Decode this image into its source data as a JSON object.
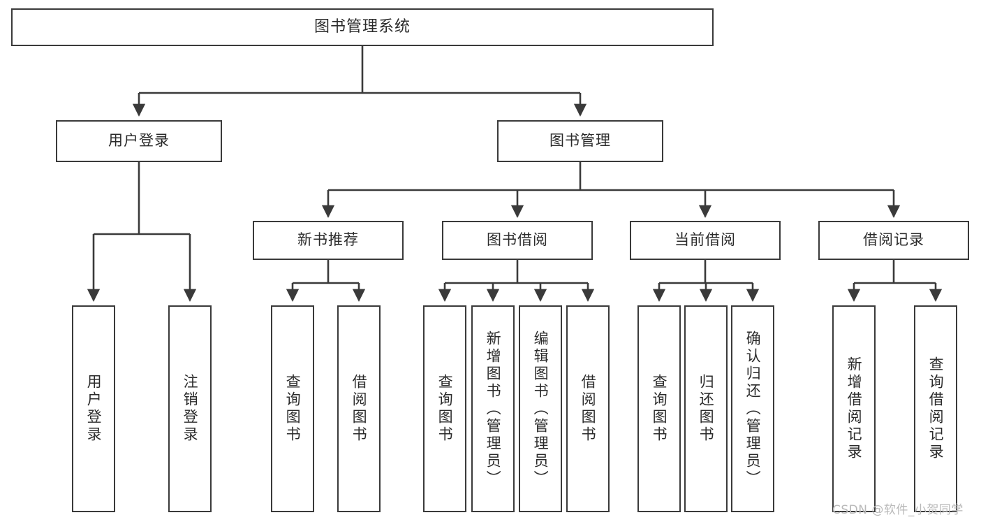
{
  "diagram": {
    "title": "图书管理系统",
    "watermark": "CSDN @软件_小贺同学",
    "stroke_color": "#3a3a3a",
    "text_color": "#2b2b2b",
    "background_color": "#ffffff",
    "watermark_color": "#b9b9b9"
  },
  "nodes": {
    "root": {
      "label": "图书管理系统"
    },
    "level1": [
      {
        "label": "用户登录"
      },
      {
        "label": "图书管理"
      }
    ],
    "level2": [
      {
        "label": "新书推荐"
      },
      {
        "label": "图书借阅"
      },
      {
        "label": "当前借阅"
      },
      {
        "label": "借阅记录"
      }
    ],
    "leaves_user_login": [
      {
        "label": "用户登录"
      },
      {
        "label": "注销登录"
      }
    ],
    "leaves_new_book": [
      {
        "label": "查询图书"
      },
      {
        "label": "借阅图书"
      }
    ],
    "leaves_borrow": [
      {
        "label": "查询图书"
      },
      {
        "label": "新增图书（管理员）"
      },
      {
        "label": "编辑图书（管理员）"
      },
      {
        "label": "借阅图书"
      }
    ],
    "leaves_current": [
      {
        "label": "查询图书"
      },
      {
        "label": "归还图书"
      },
      {
        "label": "确认归还（管理员）"
      }
    ],
    "leaves_record": [
      {
        "label": "新增借阅记录"
      },
      {
        "label": "查询借阅记录"
      }
    ]
  },
  "chart_data": {
    "type": "tree-diagram",
    "title": "图书管理系统",
    "orientation": "top-down",
    "tree": {
      "name": "图书管理系统",
      "children": [
        {
          "name": "用户登录",
          "children": [
            {
              "name": "用户登录"
            },
            {
              "name": "注销登录"
            }
          ]
        },
        {
          "name": "图书管理",
          "children": [
            {
              "name": "新书推荐",
              "children": [
                {
                  "name": "查询图书"
                },
                {
                  "name": "借阅图书"
                }
              ]
            },
            {
              "name": "图书借阅",
              "children": [
                {
                  "name": "查询图书"
                },
                {
                  "name": "新增图书（管理员）"
                },
                {
                  "name": "编辑图书（管理员）"
                },
                {
                  "name": "借阅图书"
                }
              ]
            },
            {
              "name": "当前借阅",
              "children": [
                {
                  "name": "查询图书"
                },
                {
                  "name": "归还图书"
                },
                {
                  "name": "确认归还（管理员）"
                }
              ]
            },
            {
              "name": "借阅记录",
              "children": [
                {
                  "name": "新增借阅记录"
                },
                {
                  "name": "查询借阅记录"
                }
              ]
            }
          ]
        }
      ]
    }
  }
}
